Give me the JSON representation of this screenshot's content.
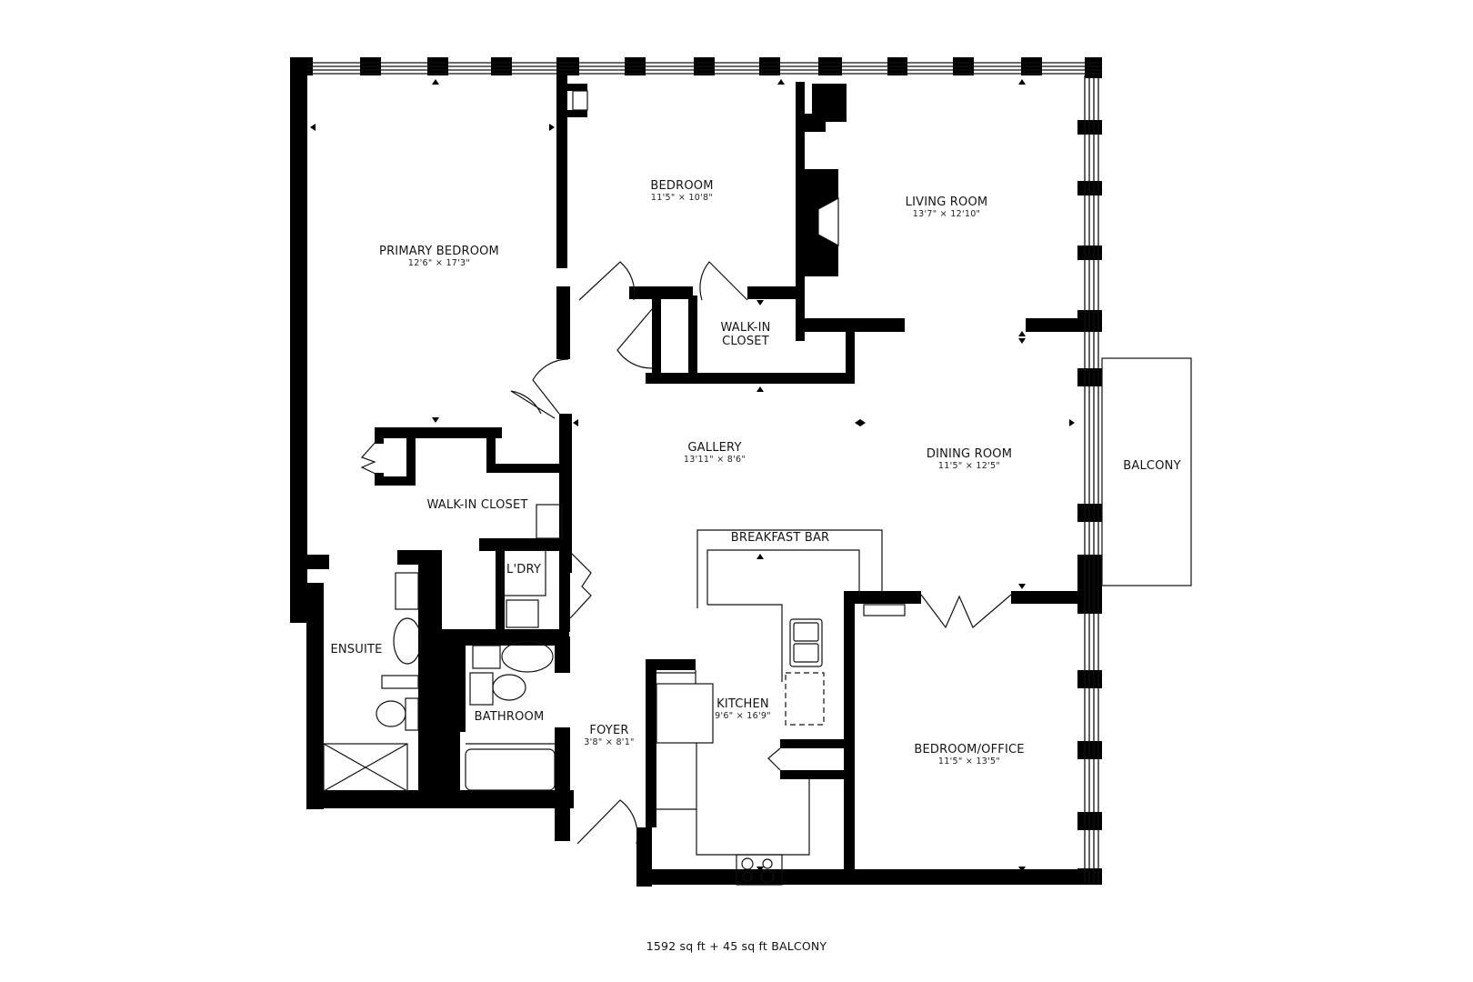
{
  "rooms": {
    "primary_bedroom": {
      "name": "PRIMARY BEDROOM",
      "dims": "12'6\" × 17'3\""
    },
    "bedroom": {
      "name": "BEDROOM",
      "dims": "11'5\" × 10'8\""
    },
    "living_room": {
      "name": "LIVING ROOM",
      "dims": "13'7\" × 12'10\""
    },
    "walk_in_closet_upper": {
      "name_line1": "WALK-IN",
      "name_line2": "CLOSET"
    },
    "gallery": {
      "name": "GALLERY",
      "dims": "13'11\" × 8'6\""
    },
    "dining_room": {
      "name": "DINING ROOM",
      "dims": "11'5\" × 12'5\""
    },
    "balcony": {
      "name": "BALCONY"
    },
    "walk_in_closet_primary": {
      "name": "WALK-IN CLOSET"
    },
    "laundry": {
      "name": "L'DRY"
    },
    "breakfast_bar": {
      "name": "BREAKFAST BAR"
    },
    "ensuite": {
      "name": "ENSUITE"
    },
    "bathroom": {
      "name": "BATHROOM"
    },
    "foyer": {
      "name": "FOYER",
      "dims": "3'8\" × 8'1\""
    },
    "kitchen": {
      "name": "KITCHEN",
      "dims": "9'6\" × 16'9\""
    },
    "bedroom_office": {
      "name": "BEDROOM/OFFICE",
      "dims": "11'5\" × 13'5\""
    }
  },
  "footer": {
    "area_text": "1592 sq ft + 45 sq ft BALCONY"
  },
  "colors": {
    "wall": "#000000",
    "background": "#ffffff",
    "line": "#111111"
  }
}
